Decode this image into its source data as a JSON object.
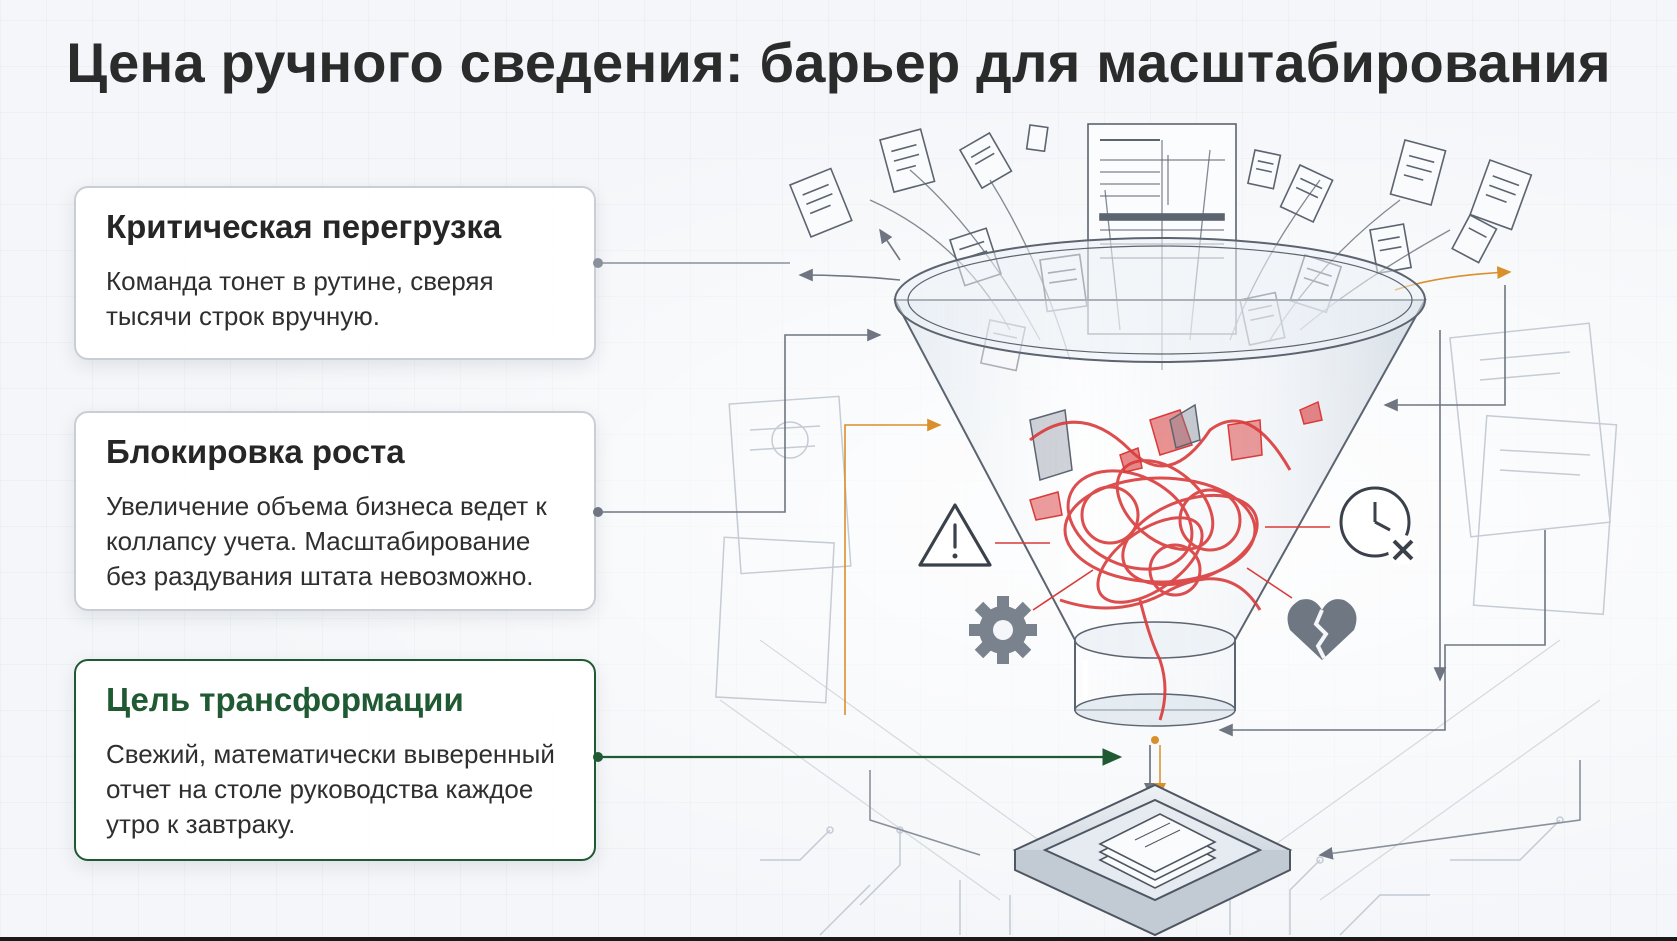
{
  "title": "Цена ручного сведения: барьер для масштабирования",
  "cards": [
    {
      "heading": "Критическая перегрузка",
      "text": "Команда тонет в рутине, сверяя тысячи строк вручную."
    },
    {
      "heading": "Блокировка роста",
      "text": "Увеличение объема бизнеса ведет к коллапсу учета. Масштабирование без раздувания штата невозможно."
    },
    {
      "heading": "Цель трансформации",
      "text": "Свежий, математически выверенный отчет на столе руководства каждое утро к завтраку."
    }
  ],
  "colors": {
    "accent_green": "#1f5a32",
    "tangle_red": "#d93a3a",
    "arrow_orange": "#d9902a",
    "line_gray": "#6f7682"
  },
  "icons": [
    "warning-icon",
    "clock-cancel-icon",
    "gear-icon",
    "broken-heart-icon",
    "document-icon",
    "inbox-tray-icon"
  ]
}
